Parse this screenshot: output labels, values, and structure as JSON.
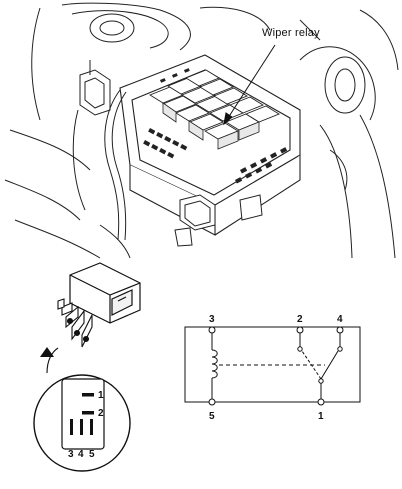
{
  "engine_bay": {
    "callout_label": "Wiper relay"
  },
  "relay_pin_view": {
    "pins": [
      "1",
      "2",
      "3",
      "4",
      "5"
    ]
  },
  "schematic": {
    "terminals": {
      "t1": "1",
      "t2": "2",
      "t3": "3",
      "t4": "4",
      "t5": "5"
    }
  }
}
